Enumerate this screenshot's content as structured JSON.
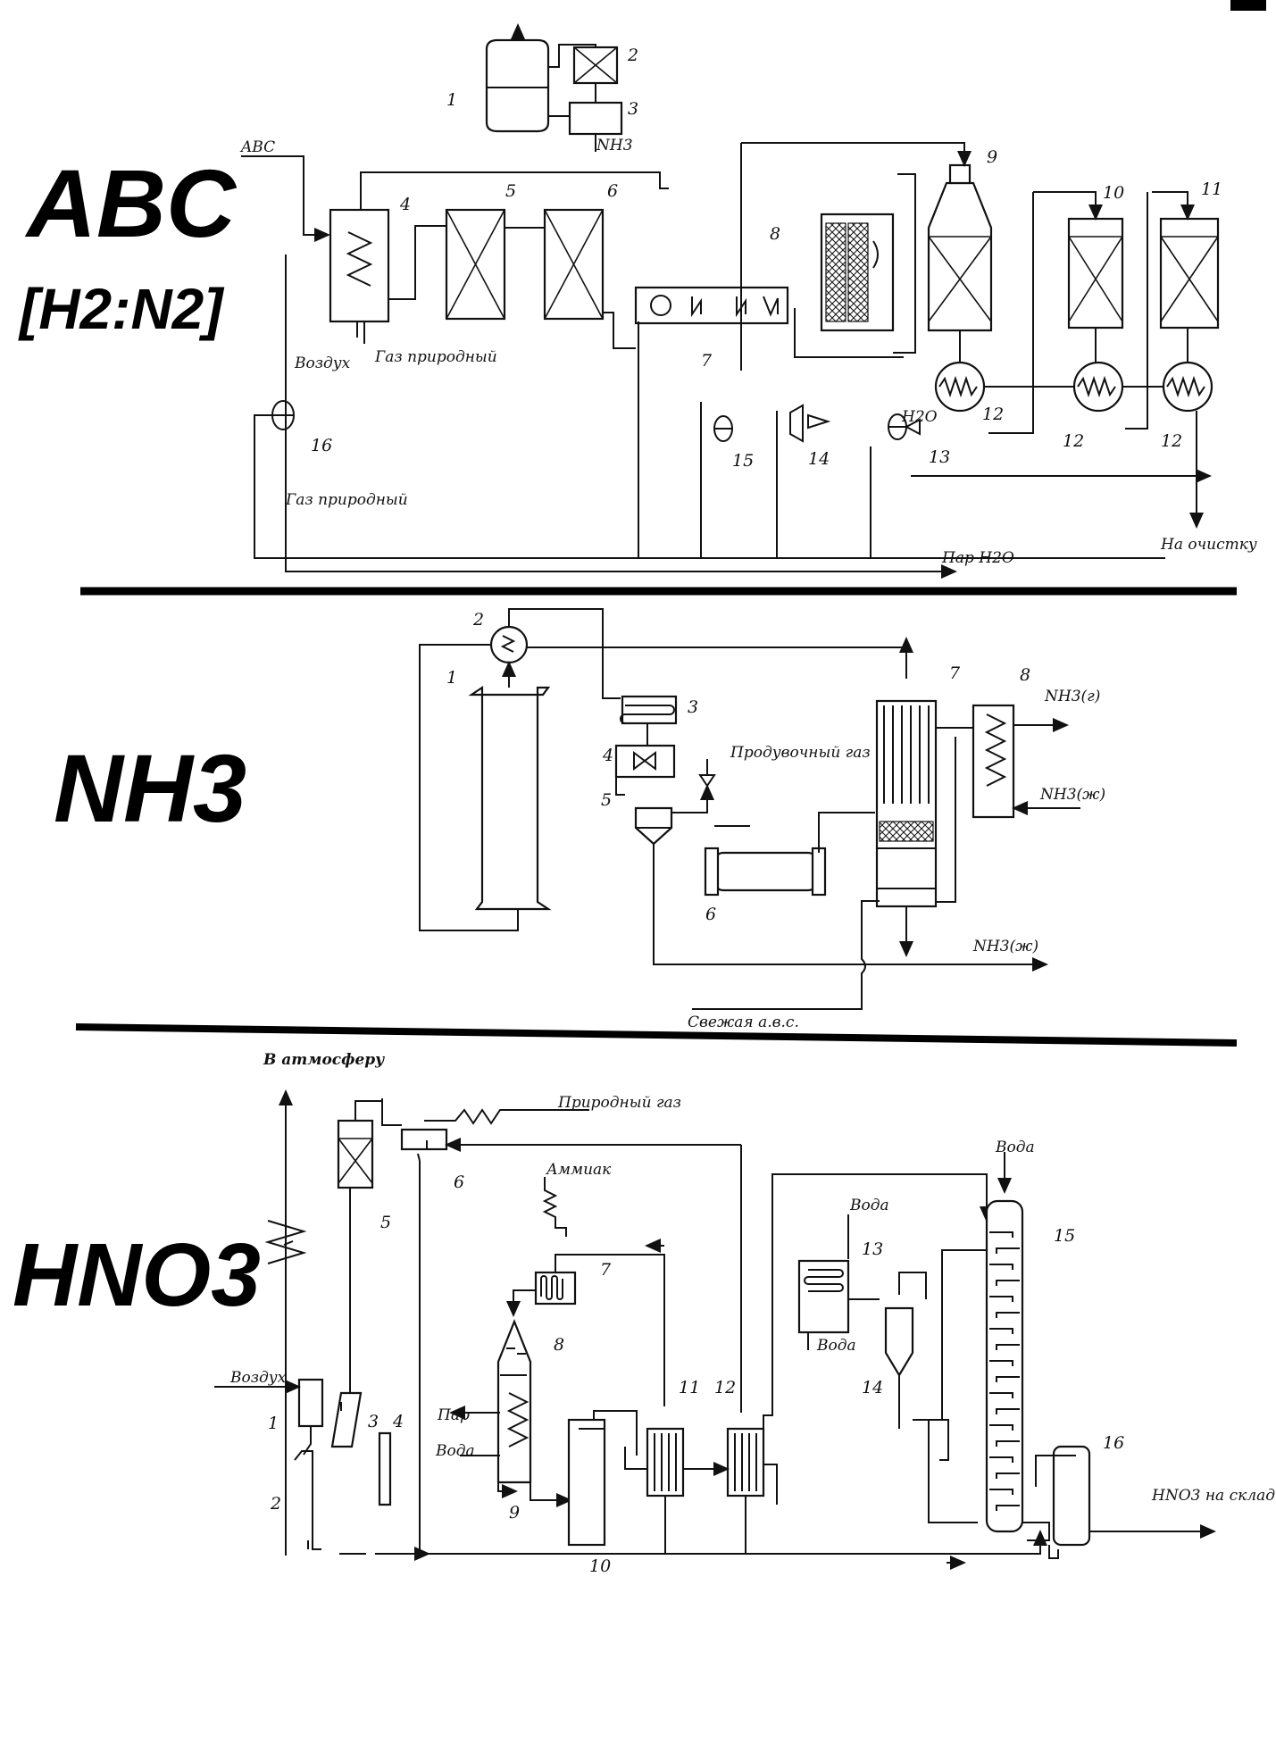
{
  "section_titles": {
    "abc": "ABC",
    "abc_formula": "[H2:N2]",
    "nh3": "NH3",
    "hno3": "HNO3"
  },
  "abc": {
    "input": "ABC",
    "air": "Воздух",
    "gas_natural": "Газ природный",
    "gas_natural_2": "Газ природный",
    "steam_h2o": "Пар H2O",
    "to_cleaning": "На очистку",
    "nh3": "NH3",
    "h2o": "H2O",
    "numbers": [
      "1",
      "2",
      "3",
      "4",
      "5",
      "6",
      "7",
      "8",
      "9",
      "10",
      "11",
      "12",
      "12",
      "12",
      "13",
      "14",
      "15",
      "16"
    ]
  },
  "nh3": {
    "purge_gas": "Продувочный газ",
    "nh3_gas": "NH3(г)",
    "nh3_liq_in": "NH3(ж)",
    "nh3_liq_out": "NH3(ж)",
    "fresh_avs": "Свежая а.в.с.",
    "numbers": [
      "1",
      "2",
      "3",
      "4",
      "5",
      "6",
      "7",
      "8"
    ]
  },
  "hno3": {
    "to_atmosphere": "В атмосферу",
    "natural_gas": "Природный газ",
    "ammonia": "Аммиак",
    "air": "Воздух",
    "steam": "Пар",
    "water_boiler": "Вода",
    "water_top": "Вода",
    "water_13_in": "Вода",
    "water_13_out": "Вода",
    "product": "HNO3 на склад",
    "numbers": [
      "1",
      "2",
      "3",
      "4",
      "5",
      "6",
      "7",
      "8",
      "9",
      "10",
      "11",
      "12",
      "13",
      "14",
      "15",
      "16"
    ]
  }
}
